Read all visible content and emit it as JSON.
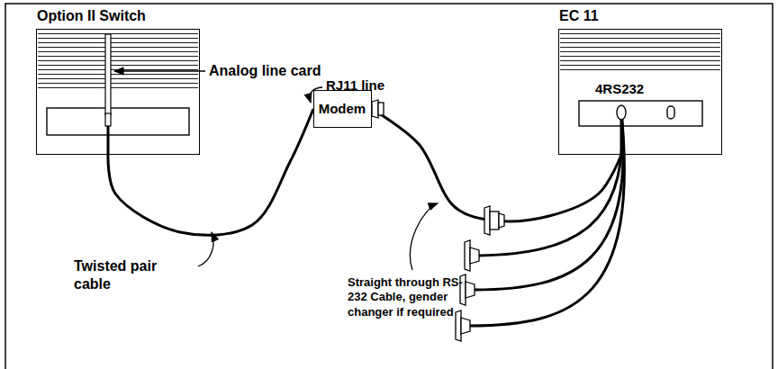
{
  "diagram": {
    "nodes": [
      {
        "text": [
          "Option II Switch"
        ]
      },
      {
        "text": [
          "Modem"
        ]
      },
      {
        "text": [
          "EC 11",
          "4RS232"
        ]
      }
    ],
    "edges": [
      {
        "from": 0,
        "to": 1,
        "arrow": "none"
      },
      {
        "from": 1,
        "to": 2,
        "arrow": "none"
      }
    ],
    "labels": [
      "Analog line card",
      "RJ11 line",
      "Twisted pair cable",
      "Straight through RS-232 Cable, gender changer if required"
    ]
  }
}
